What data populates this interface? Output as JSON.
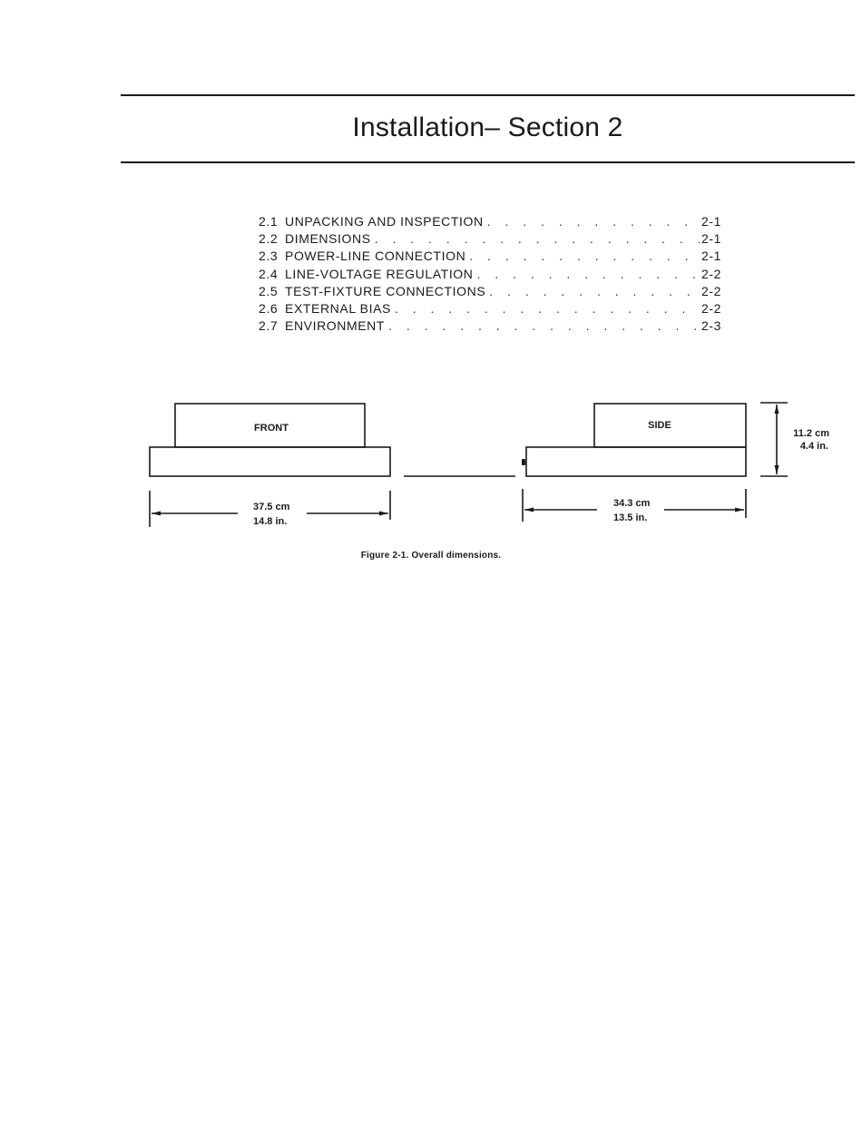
{
  "page": {
    "title": "Installation– Section 2"
  },
  "toc": [
    {
      "num": "2.1",
      "title": "UNPACKING AND INSPECTION",
      "page": "2-1"
    },
    {
      "num": "2.2",
      "title": "DIMENSIONS",
      "page": "2-1"
    },
    {
      "num": "2.3",
      "title": "POWER-LINE CONNECTION",
      "page": "2-1"
    },
    {
      "num": "2.4",
      "title": "LINE-VOLTAGE REGULATION",
      "page": "2-2"
    },
    {
      "num": "2.5",
      "title": "TEST-FIXTURE CONNECTIONS",
      "page": "2-2"
    },
    {
      "num": "2.6",
      "title": "EXTERNAL BIAS",
      "page": "2-2"
    },
    {
      "num": "2.7",
      "title": "ENVIRONMENT",
      "page": "2-3"
    }
  ],
  "figure": {
    "front_label": "FRONT",
    "side_label": "SIDE",
    "front_width_cm": "37.5 cm",
    "front_width_in": "14.8 in.",
    "side_depth_cm": "34.3 cm",
    "side_depth_in": "13.5 in.",
    "height_cm": "11.2 cm",
    "height_in": "4.4 in.",
    "caption": "Figure 2-1. Overall dimensions."
  },
  "leader": ". . . . . . . . . . . . . . . . . . . . . . . . . . . . . ."
}
